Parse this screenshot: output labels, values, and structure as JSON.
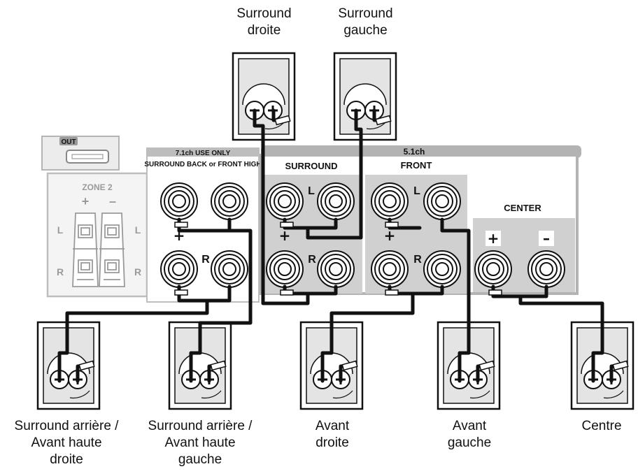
{
  "speakers": {
    "surround_right": {
      "lines": [
        "Surround",
        "droite"
      ]
    },
    "surround_left": {
      "lines": [
        "Surround",
        "gauche"
      ]
    },
    "surround_back_right": {
      "lines": [
        "Surround arrière /",
        "Avant haute",
        "droite"
      ]
    },
    "surround_back_left": {
      "lines": [
        "Surround arrière /",
        "Avant haute",
        "gauche"
      ]
    },
    "front_right": {
      "lines": [
        "Avant",
        "droite"
      ]
    },
    "front_left": {
      "lines": [
        "Avant",
        "gauche"
      ]
    },
    "center": {
      "lines": [
        "Centre"
      ]
    }
  },
  "panel": {
    "hdmi_out": "OUT",
    "zone2": "ZONE 2",
    "zone2_plus": "+",
    "zone2_minus": "–",
    "zone2_l": "L",
    "zone2_r": "R",
    "use_only": "7.1ch USE ONLY",
    "sb_fh": "SURROUND BACK or FRONT HIGH",
    "ch51": "5.1ch",
    "surround": "SURROUND",
    "front": "FRONT",
    "center": "CENTER",
    "l": "L",
    "r": "R",
    "plus": "+",
    "minus": "–"
  }
}
